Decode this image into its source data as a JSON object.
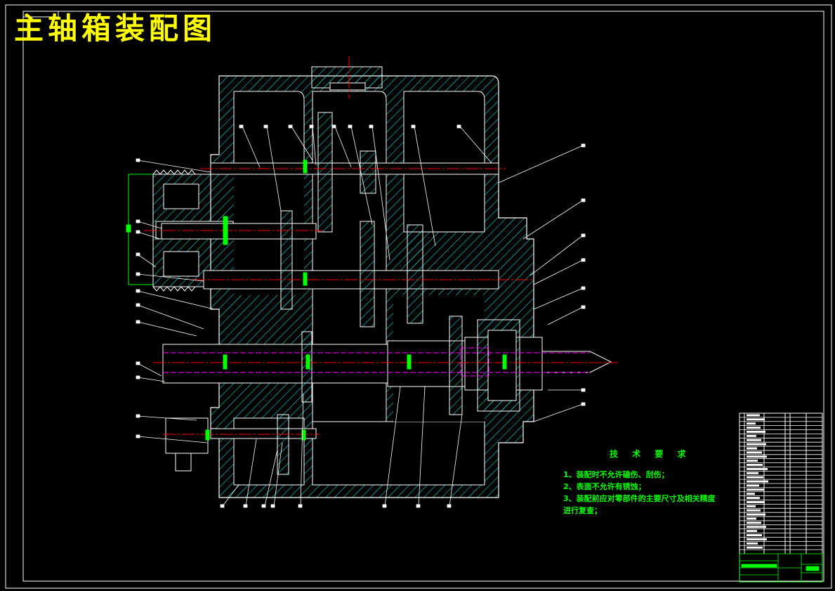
{
  "drawing": {
    "title": "主轴箱装配图",
    "type": "CAD assembly drawing",
    "colors": {
      "background": "#000000",
      "outline": "#ffffff",
      "hatch": "#00ffff",
      "centerline": "#ff0000",
      "hidden": "#ff00ff",
      "dimension": "#00ff00",
      "title": "#ffff00"
    }
  },
  "tech_requirements": {
    "heading": "技 术 要 求",
    "items": [
      "1、装配时不允许磕伤、刮伤；",
      "2、表面不允许有锈蚀；",
      "3、装配前应对零部件的主要尺寸及相关精度",
      "进行复查；"
    ]
  },
  "parts_list": {
    "row_count": 34,
    "note": "parts list text illegible at screenshot resolution"
  }
}
